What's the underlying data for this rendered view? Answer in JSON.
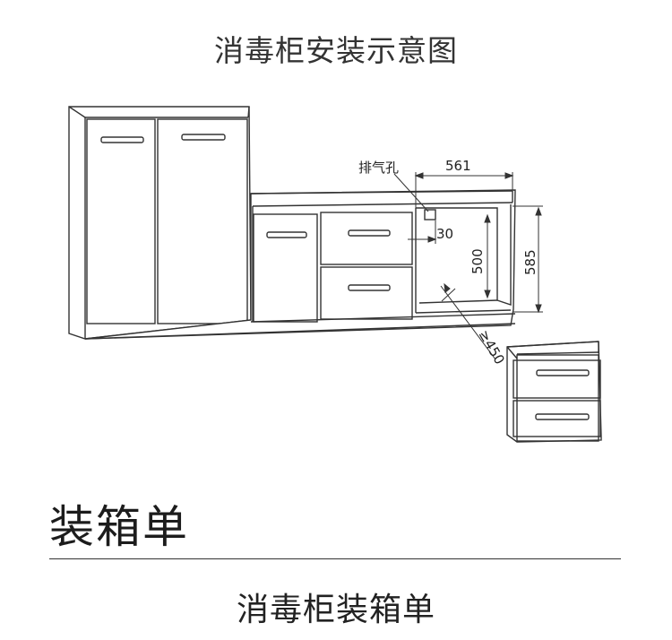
{
  "title": "消毒柜安装示意图",
  "diagram": {
    "labels": {
      "vent_hole": "排气孔",
      "dim_width": "561",
      "dim_offset": "30",
      "dim_inner_height": "500",
      "dim_outer_height": "585",
      "dim_depth": "≥450"
    }
  },
  "packing_list": {
    "heading": "装箱单",
    "items": [
      "消毒柜装箱单"
    ]
  },
  "colors": {
    "line": "#333333",
    "cabinet_face": "#ffffff",
    "text": "#222222"
  }
}
